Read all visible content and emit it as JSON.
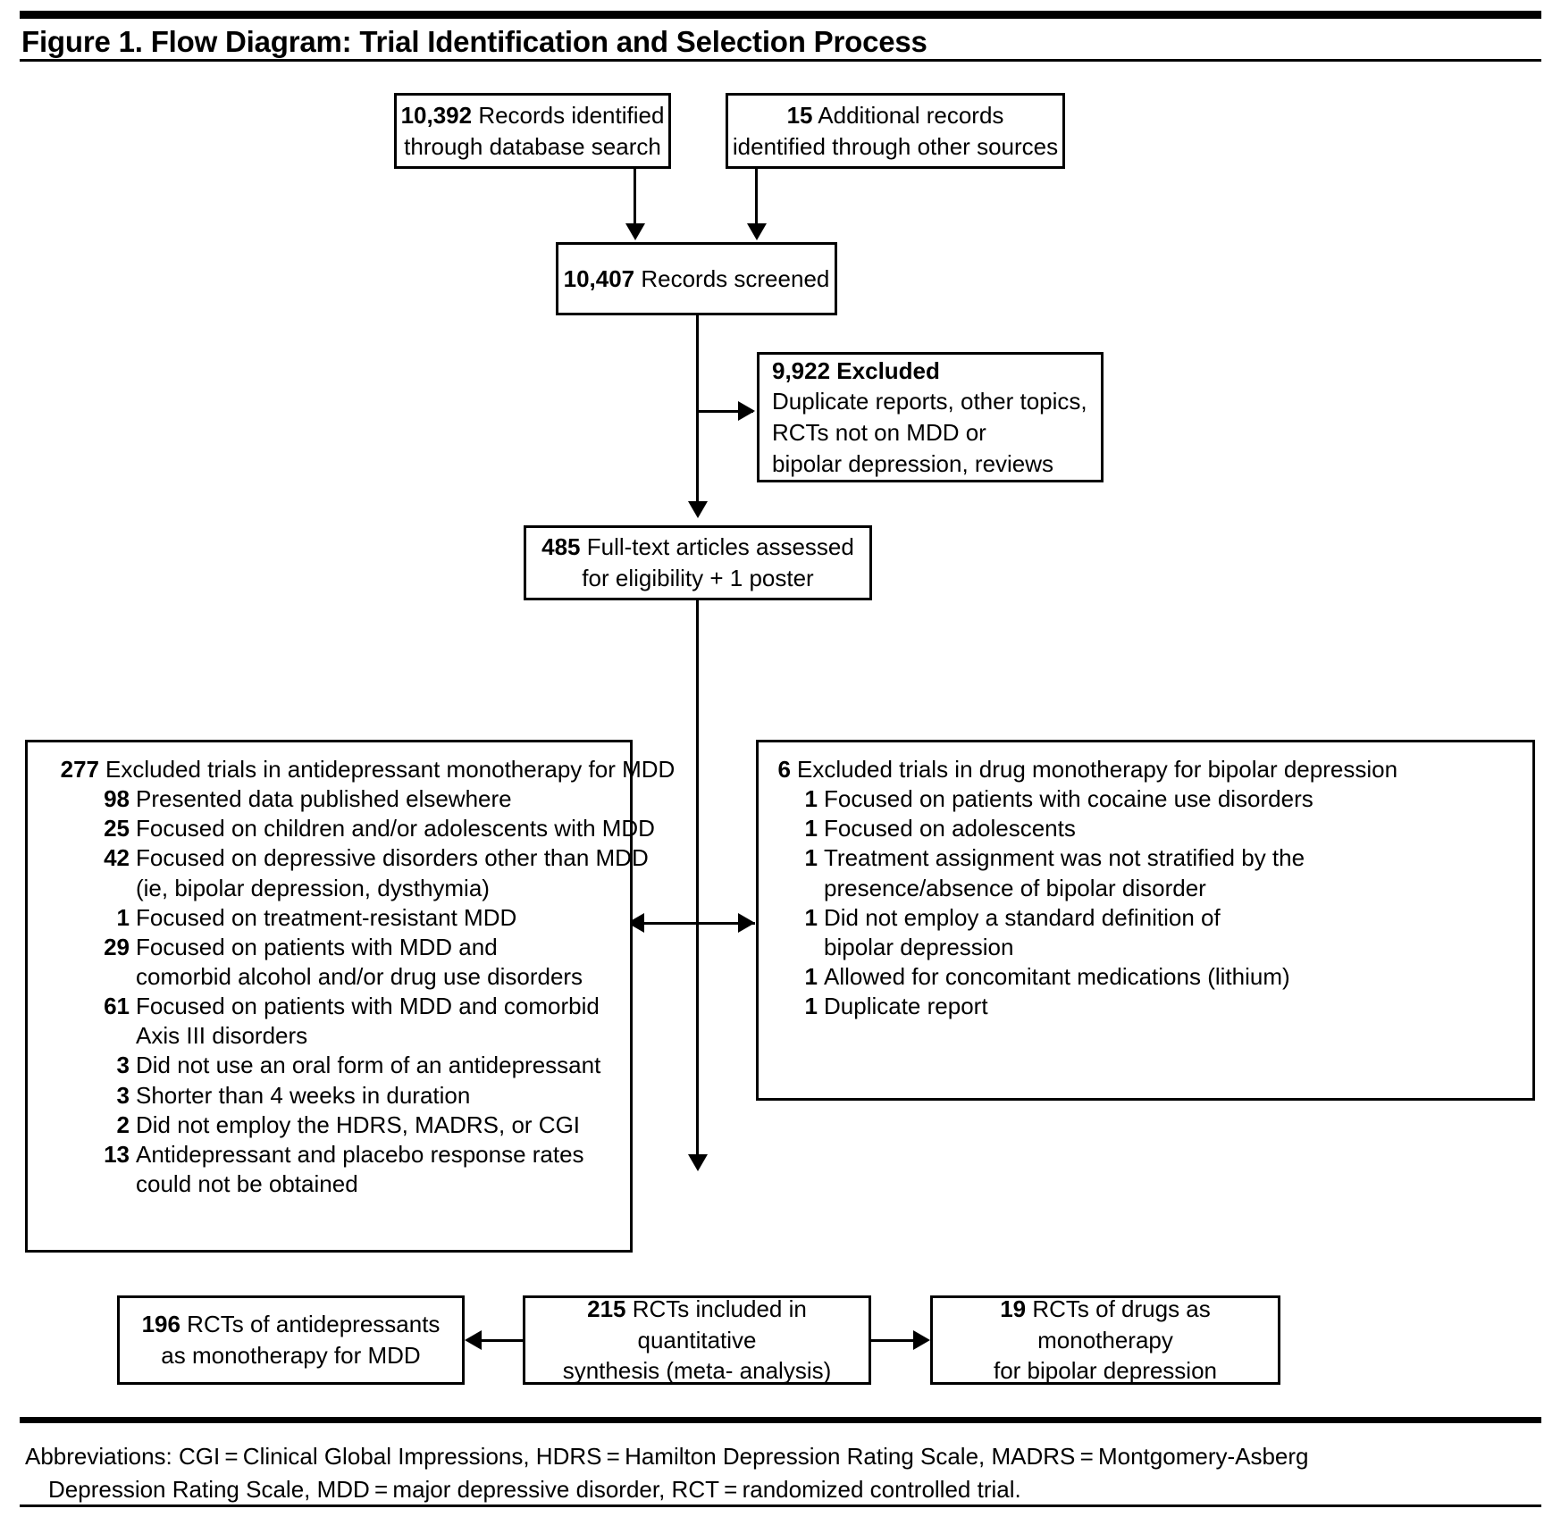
{
  "figure": {
    "title": "Figure 1. Flow Diagram: Trial Identification and Selection Process"
  },
  "boxes": {
    "database_search": {
      "number": "10,392",
      "line1": " Records identified",
      "line2": "through database search"
    },
    "other_sources": {
      "number": "15",
      "line1": " Additional records",
      "line2": "identified through other sources"
    },
    "screened": {
      "number": "10,407",
      "line1": " Records screened"
    },
    "excluded": {
      "number": "9,922",
      "heading": " Excluded",
      "line1": "Duplicate reports, other topics,",
      "line2": "RCTs not on MDD or",
      "line3": "bipolar depression, reviews"
    },
    "fulltext": {
      "number": "485",
      "line1": " Full-text articles assessed",
      "line2": "for eligibility + 1 poster"
    },
    "included": {
      "number": "215",
      "line1": " RCTs included in quantitative",
      "line2": "synthesis (meta- analysis)"
    },
    "mdd_rcts": {
      "number": "196",
      "line1": " RCTs of antidepressants",
      "line2": "as monotherapy for MDD"
    },
    "bipolar_rcts": {
      "number": "19",
      "line1": " RCTs of drugs as monotherapy",
      "line2": "for bipolar depression"
    }
  },
  "excluded_mdd": {
    "rows": [
      {
        "num": "277",
        "text": "Excluded trials in antidepressant monotherapy for MDD",
        "level": 0
      },
      {
        "num": "98",
        "text": "Presented data published elsewhere",
        "level": 1
      },
      {
        "num": "25",
        "text": "Focused on children and/or adolescents with MDD",
        "level": 1
      },
      {
        "num": "42",
        "text": "Focused on depressive disorders other than MDD",
        "level": 1
      },
      {
        "num": "",
        "text": "(ie, bipolar depression, dysthymia)",
        "level": 2
      },
      {
        "num": "1",
        "text": "Focused on treatment-resistant MDD",
        "level": 1
      },
      {
        "num": "29",
        "text": "Focused on patients with MDD and",
        "level": 1
      },
      {
        "num": "",
        "text": "comorbid alcohol and/or drug use disorders",
        "level": 2
      },
      {
        "num": "61",
        "text": "Focused on patients with MDD and comorbid",
        "level": 1
      },
      {
        "num": "",
        "text": "Axis III disorders",
        "level": 2
      },
      {
        "num": "3",
        "text": "Did not use an oral form of an antidepressant",
        "level": 1
      },
      {
        "num": "3",
        "text": "Shorter than 4 weeks in duration",
        "level": 1
      },
      {
        "num": "2",
        "text": "Did not employ the HDRS, MADRS, or CGI",
        "level": 1
      },
      {
        "num": "13",
        "text": "Antidepressant and placebo response rates",
        "level": 1
      },
      {
        "num": "",
        "text": "could not be obtained",
        "level": 2
      }
    ]
  },
  "excluded_bipolar": {
    "rows": [
      {
        "num": "6",
        "text": "Excluded trials in drug monotherapy for bipolar depression",
        "level": 0
      },
      {
        "num": "1",
        "text": "Focused on patients with cocaine use disorders",
        "level": 1
      },
      {
        "num": "1",
        "text": "Focused on adolescents",
        "level": 1
      },
      {
        "num": "1",
        "text": "Treatment assignment was not stratified by the",
        "level": 1
      },
      {
        "num": "",
        "text": "presence/absence of bipolar disorder",
        "level": 2
      },
      {
        "num": "1",
        "text": "Did not employ a standard definition of",
        "level": 1
      },
      {
        "num": "",
        "text": "bipolar depression",
        "level": 2
      },
      {
        "num": "1",
        "text": "Allowed for concomitant medications (lithium)",
        "level": 1
      },
      {
        "num": "1",
        "text": "Duplicate report",
        "level": 1
      }
    ]
  },
  "footnote": {
    "line1": "Abbreviations: CGI = Clinical Global Impressions, HDRS = Hamilton Depression Rating Scale, MADRS = Montgomery-Asberg",
    "line2": "Depression Rating Scale, MDD = major depressive disorder, RCT = randomized controlled trial."
  },
  "colors": {
    "ink": "#000000",
    "paper": "#ffffff"
  }
}
